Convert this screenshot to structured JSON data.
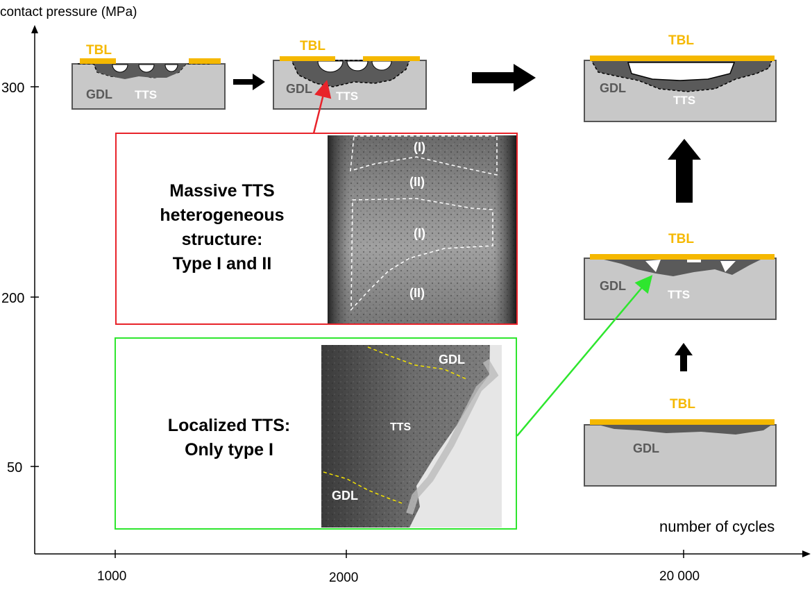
{
  "axes": {
    "y_title": "contact pressure (MPa)",
    "x_title": "number of cycles",
    "y_ticks": [
      "300",
      "200",
      "50"
    ],
    "x_ticks": [
      "1000",
      "2000",
      "20 000"
    ]
  },
  "layers": {
    "tbl": "TBL",
    "gdl": "GDL",
    "tts": "TTS"
  },
  "boxes": {
    "massive": {
      "lines": [
        "Massive TTS",
        "heterogeneous",
        "structure:",
        "Type I and II"
      ],
      "photo_labels": [
        "(I)",
        "(II)",
        "(I)",
        "(II)"
      ],
      "border_color": "#e8232a"
    },
    "localized": {
      "lines": [
        "Localized TTS:",
        "Only type I"
      ],
      "photo_labels": [
        "GDL",
        "TTS",
        "GDL"
      ],
      "border_color": "#2ee62e"
    }
  },
  "colors": {
    "tbl": "#f5b800",
    "substrate": "#c8c8c8",
    "gdl_dark": "#5a5a5a"
  }
}
